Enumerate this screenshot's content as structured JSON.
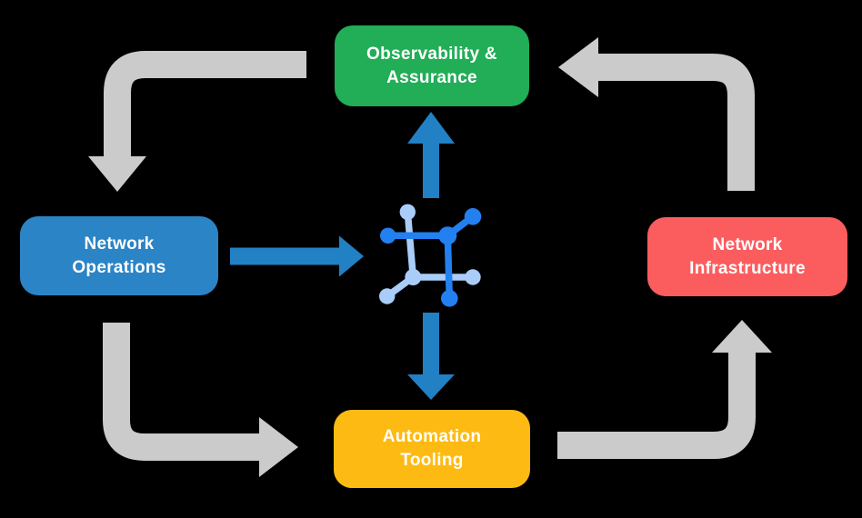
{
  "diagram": {
    "type": "cycle-diagram",
    "background_color": "#000000",
    "text_color": "#FFFFFF",
    "nodes": [
      {
        "id": "observability",
        "position": "top",
        "label": "Observability & Assurance",
        "lines": [
          "Observability &",
          "Assurance"
        ],
        "color": "#22AD57"
      },
      {
        "id": "operations",
        "position": "left",
        "label": "Network Operations",
        "lines": [
          "Network",
          "Operations"
        ],
        "color": "#2B84C5"
      },
      {
        "id": "infrastructure",
        "position": "right",
        "label": "Network Infrastructure",
        "lines": [
          "Network",
          "Infrastructure"
        ],
        "color": "#FB5D5F"
      },
      {
        "id": "automation",
        "position": "bottom",
        "label": "Automation Tooling",
        "lines": [
          "Automation",
          "Tooling"
        ],
        "color": "#FCBA13"
      }
    ],
    "center_icon": {
      "name": "network-mesh-icon",
      "color_primary": "#2380F0",
      "color_secondary": "#A9CDF8"
    },
    "edges": {
      "gray_color": "#CBCBCB",
      "blue_color": "#2280C4",
      "flows": [
        {
          "from": "observability",
          "to": "operations",
          "style": "gray"
        },
        {
          "from": "infrastructure",
          "to": "observability",
          "style": "gray"
        },
        {
          "from": "operations",
          "to": "automation",
          "style": "gray"
        },
        {
          "from": "automation",
          "to": "infrastructure",
          "style": "gray"
        },
        {
          "from": "operations",
          "to": "center",
          "style": "blue"
        },
        {
          "from": "center",
          "to": "observability",
          "style": "blue"
        },
        {
          "from": "center",
          "to": "automation",
          "style": "blue"
        }
      ]
    }
  }
}
